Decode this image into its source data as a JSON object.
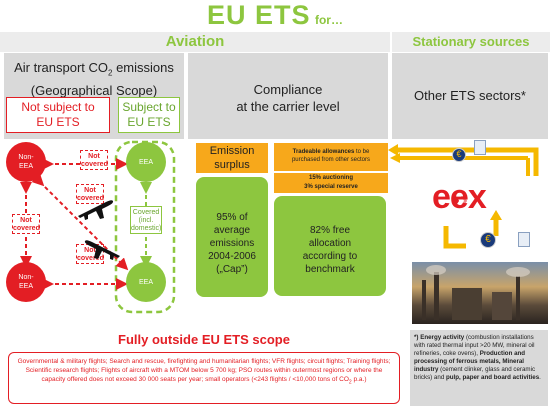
{
  "title": {
    "main": "EU ETS",
    "sub": "for…"
  },
  "sections": {
    "aviation": "Aviation",
    "stationary": "Stationary sources"
  },
  "scope_box": {
    "line1": "Air transport CO₂ emissions",
    "line2": "(Geographical Scope)"
  },
  "not_subject": {
    "line1": "Not subject to",
    "line2": "EU ETS"
  },
  "subject": {
    "line1": "Subject to",
    "line2": "EU ETS"
  },
  "compliance": {
    "line1": "Compliance",
    "line2": "at the carrier level"
  },
  "other_sectors": "Other ETS sectors*",
  "nodes": {
    "non_eea_top": [
      "Non-",
      "EEA"
    ],
    "non_eea_bottom": [
      "Non-",
      "EEA"
    ],
    "eea_top": "EEA",
    "eea_bottom": "EEA"
  },
  "labels": {
    "not_covered_a": [
      "Not",
      "covered"
    ],
    "not_covered_b": [
      "Not",
      "covered"
    ],
    "not_covered_c": [
      "Not",
      "covered"
    ],
    "not_covered_d": [
      "Not",
      "covered"
    ],
    "covered": [
      "Covered",
      "(incl.",
      "domestic)"
    ]
  },
  "emission_surplus": [
    "Emission",
    "surplus"
  ],
  "tradeable": {
    "bold": "Tradeable allowances",
    "rest1": " to be",
    "rest2": "purchased from other sectors"
  },
  "auctioning": [
    "15% auctioning",
    "3% special reserve"
  ],
  "cap_box": [
    "95% of",
    "average",
    "emissions",
    "2004-2006",
    "(„Cap”)"
  ],
  "free_box": [
    "82% free",
    "allocation",
    "according to",
    "benchmark"
  ],
  "exchange_logo": "eex",
  "footnote": {
    "p1_bold": "*) Energy activity",
    "p1_rest": " (combustion installations with rated thermal input >20 MW, mineral oil refineries,  coke ovens),",
    "p2_bold": "Production and processing of ferrous metals, Mineral industry",
    "p2_rest": " (cement clinker, glass and ceramic bricks) and ",
    "p3_bold": "pulp, paper and board activities",
    "p3_rest": "."
  },
  "outside": {
    "title": "Fully outside EU ETS scope",
    "text1": "Governmental & military flights; Search and rescue, firefighting and humanitarian flights; VFR flights; circuit flights; Training flights; Scientific research flights; Flights of aircraft with a MTOM below 5 700 kg; PSO routes within outermost regions or where the capacity offered does not exceed 30 000 seats per year; small operators (<243 flights / <10,000 tons of CO",
    "text_sub": "2",
    "text2": " p.a.)"
  },
  "colors": {
    "green": "#8dc63f",
    "red": "#e31e24",
    "orange": "#f7a81b",
    "gray": "#d9d9d9",
    "yellow": "#f5b800"
  },
  "icons": [
    "airplane-icon",
    "euro-coin-icon",
    "document-icon",
    "yellow-arrow-icon"
  ]
}
